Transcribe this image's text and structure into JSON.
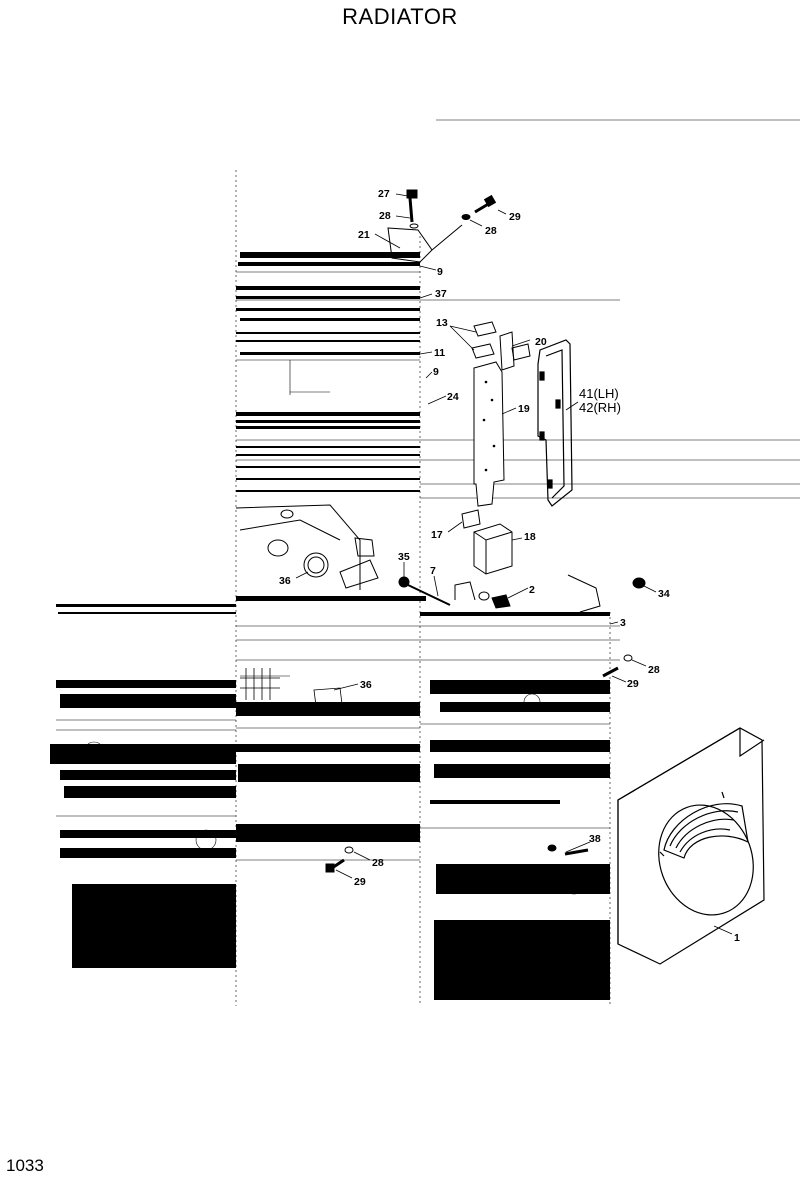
{
  "page": {
    "title": "RADIATOR",
    "page_number": "1033"
  },
  "callouts": [
    {
      "id": "c27a",
      "text": "27"
    },
    {
      "id": "c28a",
      "text": "28"
    },
    {
      "id": "c29a",
      "text": "29"
    },
    {
      "id": "c28b",
      "text": "28"
    },
    {
      "id": "c21",
      "text": "21"
    },
    {
      "id": "c9a",
      "text": "9"
    },
    {
      "id": "c37",
      "text": "37"
    },
    {
      "id": "c13",
      "text": "13"
    },
    {
      "id": "c20",
      "text": "20"
    },
    {
      "id": "c11",
      "text": "11"
    },
    {
      "id": "c9b",
      "text": "9"
    },
    {
      "id": "c24",
      "text": "24"
    },
    {
      "id": "c41",
      "text": "41(LH)"
    },
    {
      "id": "c42",
      "text": "42(RH)"
    },
    {
      "id": "c19",
      "text": "19"
    },
    {
      "id": "c17",
      "text": "17"
    },
    {
      "id": "c18",
      "text": "18"
    },
    {
      "id": "c35",
      "text": "35"
    },
    {
      "id": "c36a",
      "text": "36"
    },
    {
      "id": "c7",
      "text": "7"
    },
    {
      "id": "c2",
      "text": "2"
    },
    {
      "id": "c34",
      "text": "34"
    },
    {
      "id": "c3",
      "text": "3"
    },
    {
      "id": "c28c",
      "text": "28"
    },
    {
      "id": "c29b",
      "text": "29"
    },
    {
      "id": "c36b",
      "text": "36"
    },
    {
      "id": "c38",
      "text": "38"
    },
    {
      "id": "c28d",
      "text": "28"
    },
    {
      "id": "c29c",
      "text": "29"
    },
    {
      "id": "c1",
      "text": "1"
    }
  ]
}
